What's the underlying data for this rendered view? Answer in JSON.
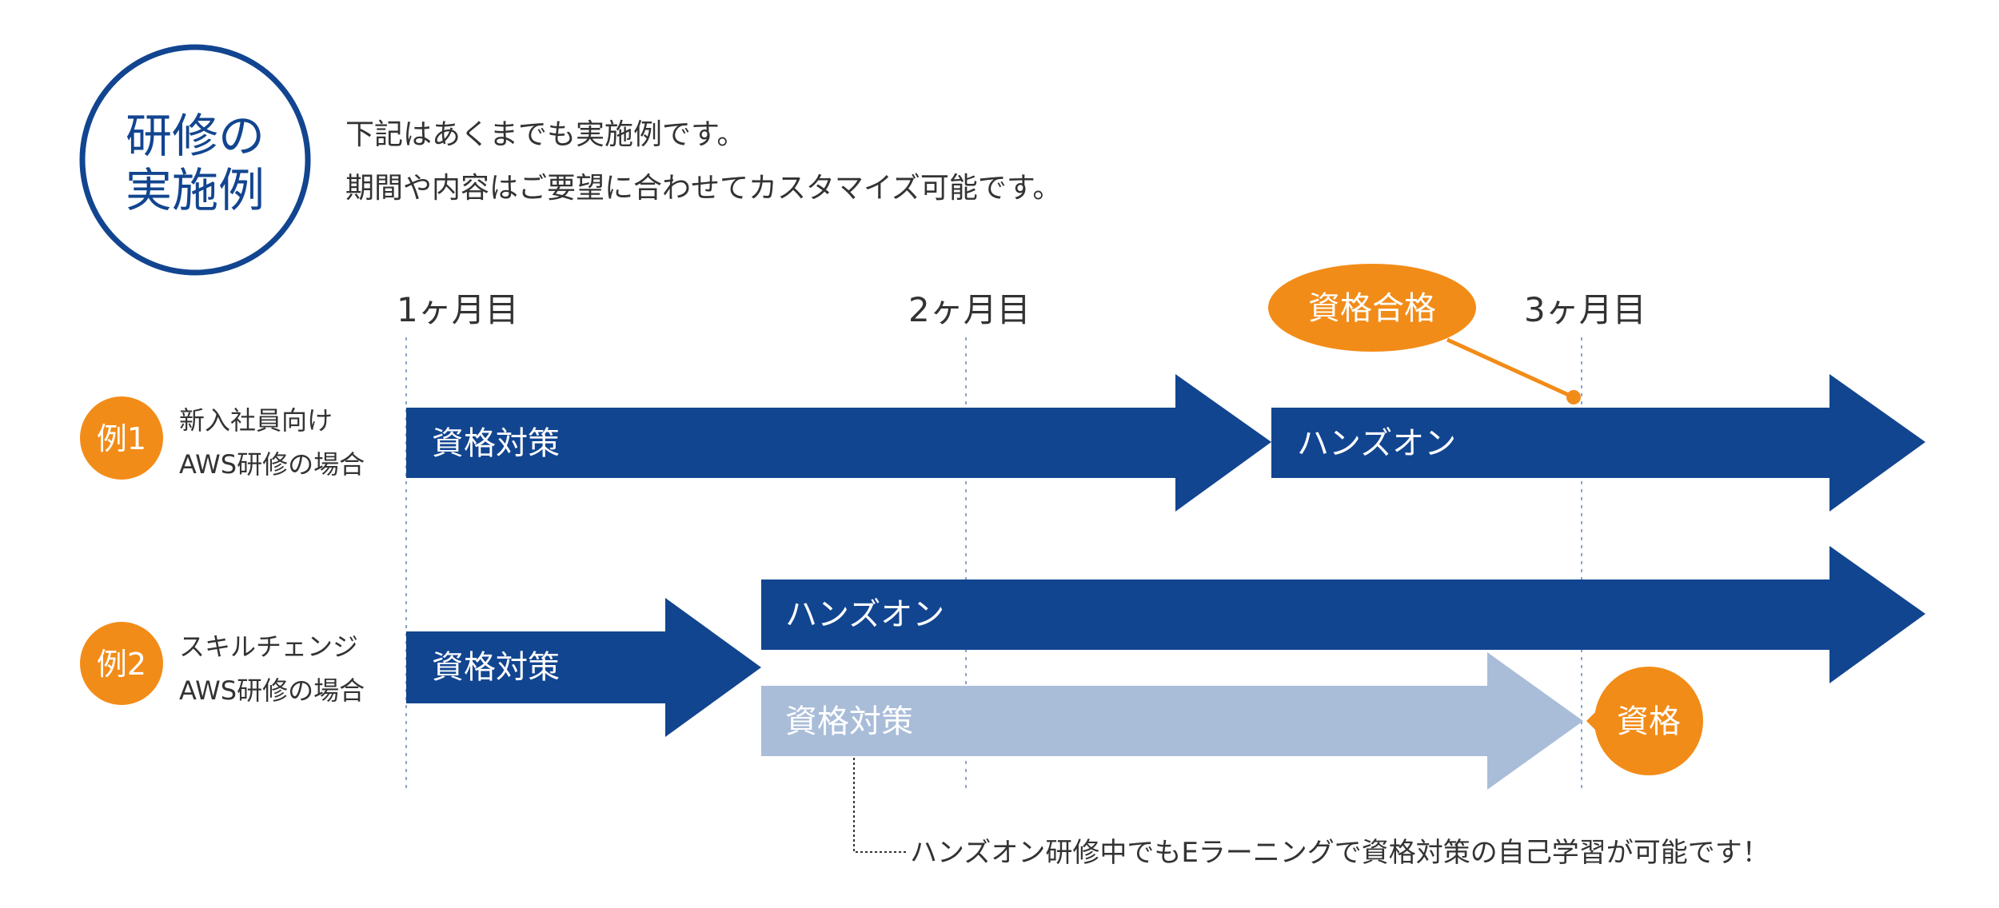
{
  "badge": {
    "line1": "研修の",
    "line2": "実施例"
  },
  "intro": {
    "line1": "下記はあくまでも実施例です。",
    "line2": "期間や内容はご要望に合わせてカスタマイズ可能です。"
  },
  "timeline": {
    "months": [
      "1ヶ月目",
      "2ヶ月目",
      "3ヶ月目"
    ]
  },
  "example1": {
    "badge": "例1",
    "desc_line1": "新入社員向け",
    "desc_line2": "AWS研修の場合",
    "phase1": "資格対策",
    "phase2": "ハンズオン",
    "callout": "資格合格"
  },
  "example2": {
    "badge": "例2",
    "desc_line1": "スキルチェンジ",
    "desc_line2": "AWS研修の場合",
    "phase1": "資格対策",
    "phase2": "ハンズオン",
    "phase3": "資格対策",
    "goal": "資格"
  },
  "footnote": "ハンズオン研修中でもEラーニングで資格対策の自己学習が可能です！",
  "colors": {
    "navy": "#124590",
    "light_blue": "#a9bdd9",
    "orange": "#f28c18",
    "text": "#333333",
    "white": "#ffffff"
  }
}
